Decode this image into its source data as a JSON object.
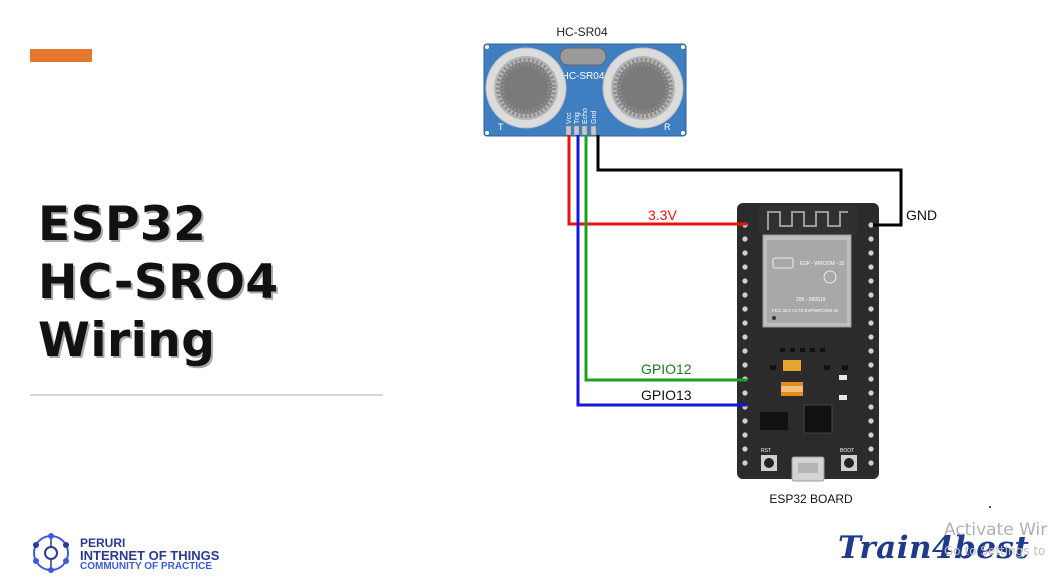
{
  "slide": {
    "title_lines": [
      "ESP32",
      "HC-SRO4",
      "Wiring"
    ]
  },
  "sensor": {
    "caption": "HC-SR04",
    "body_label": "HC-SR04",
    "pins": [
      "Vcc",
      "Trig",
      "Echo",
      "Gnd"
    ],
    "corner_left": "T",
    "corner_right": "R"
  },
  "board": {
    "caption": "ESP32 BOARD",
    "module_line1": "ESP - WROOM - 32",
    "module_line2": "205 - 000519",
    "module_line3": "FCC ID:2 AC7Z-ESPWROOM 32",
    "btn_left": "RST",
    "btn_right": "BOOT"
  },
  "wires": {
    "vcc_label": "3.3V",
    "gnd_label": "GND",
    "trig_label": "GPIO12",
    "echo_label": "GPIO13",
    "vcc_color": "#e8150f",
    "gnd_color": "#000000",
    "trig_color": "#1aa31a",
    "echo_color": "#1616d6"
  },
  "footer": {
    "peruri_line1": "PERURI",
    "peruri_line2": "INTERNET OF THINGS",
    "peruri_line3": "COMMUNITY OF PRACTICE",
    "train_logo": "Train4best",
    "activate_title": "Activate Wir",
    "activate_sub": "Go to Settings to"
  },
  "colors": {
    "accent": "#e8772e",
    "sensor_blue": "#3f7fc1",
    "board_dark": "#2a2a2a"
  }
}
